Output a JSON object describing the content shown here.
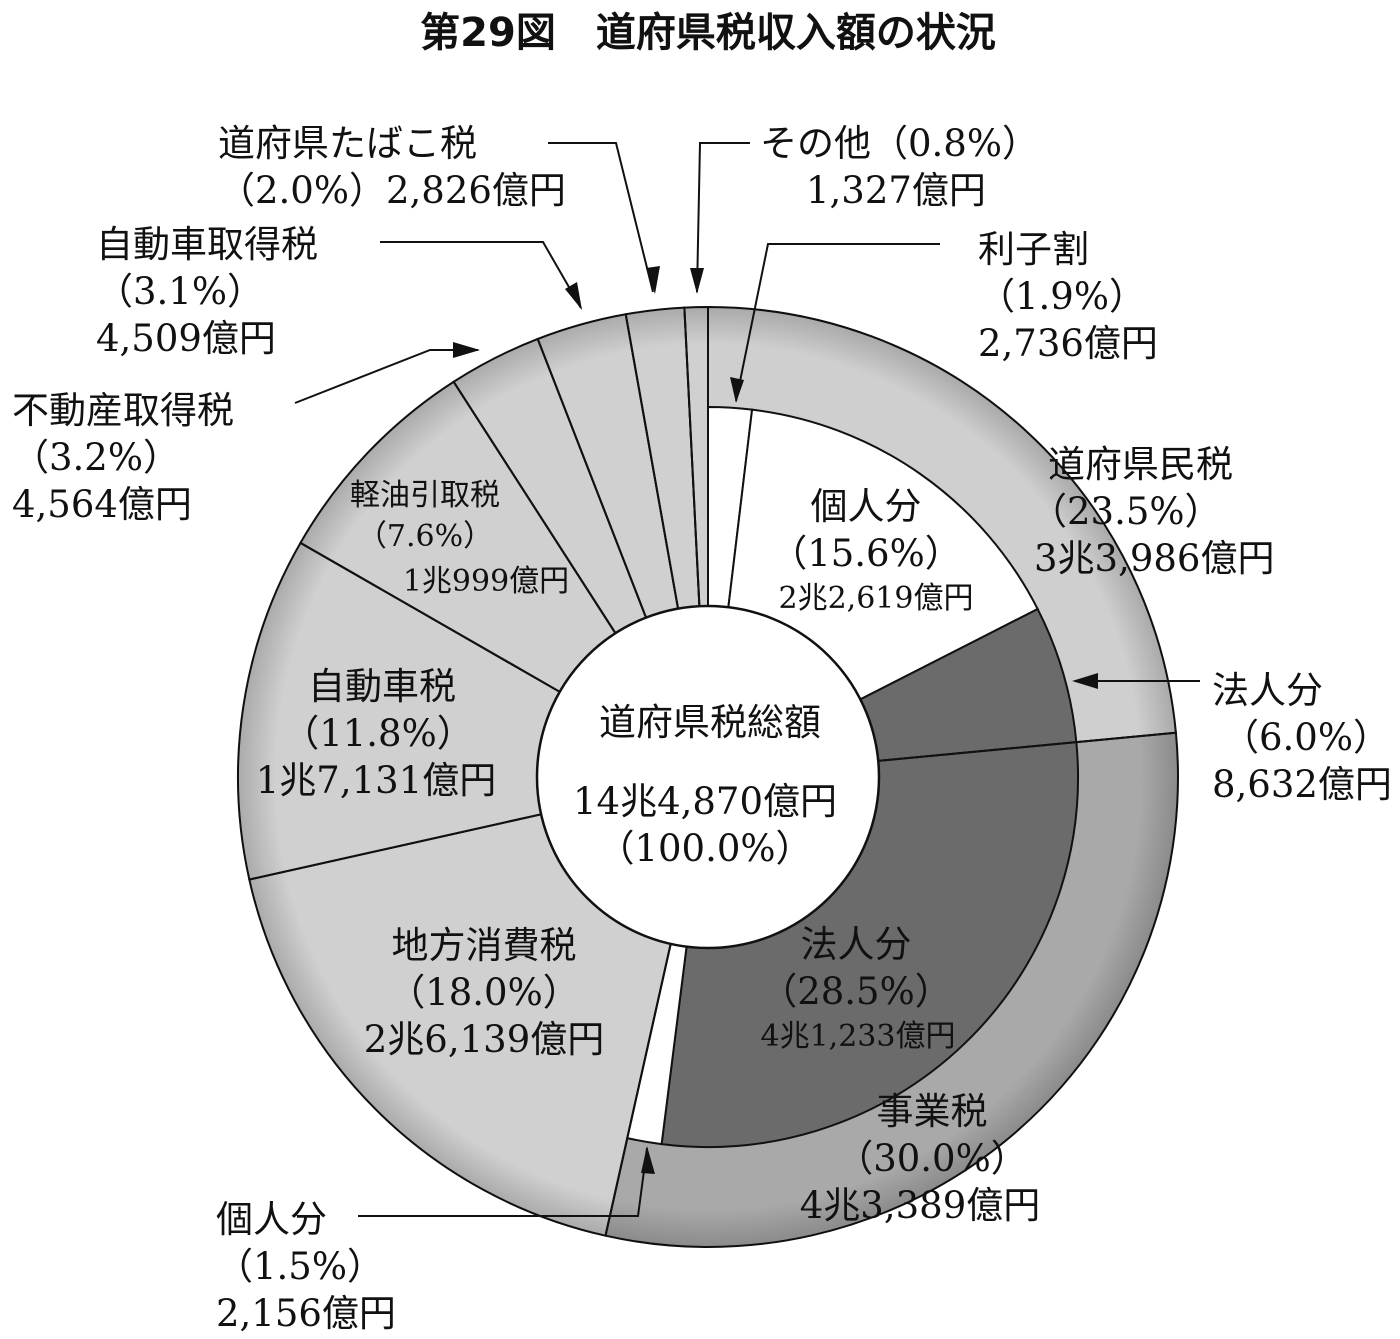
{
  "chart_data": {
    "type": "pie",
    "title": "第29図　道府県税収入額の状況",
    "center": {
      "label": "道府県税総額",
      "amount": "14兆4,870億円",
      "percent": "（100.0%）"
    },
    "outer_ring": [
      {
        "name": "道府県民税",
        "value": 23.5,
        "percent": "（23.5%）",
        "amount": "3兆3,986億円",
        "color": "#cfcfcf"
      },
      {
        "name": "事業税",
        "value": 30.0,
        "percent": "（30.0%）",
        "amount": "4兆3,389億円",
        "color": "#a9a9a9"
      },
      {
        "name": "地方消費税",
        "value": 18.0,
        "percent": "（18.0%）",
        "amount": "2兆6,139億円",
        "color": "#d0d0d0"
      },
      {
        "name": "自動車税",
        "value": 11.8,
        "percent": "（11.8%）",
        "amount": "1兆7,131億円",
        "color": "#d0d0d0"
      },
      {
        "name": "軽油引取税",
        "value": 7.6,
        "percent": "（7.6%）",
        "amount": "1兆999億円",
        "color": "#d0d0d0"
      },
      {
        "name": "不動産取得税",
        "value": 3.2,
        "percent": "（3.2%）",
        "amount": "4,564億円",
        "color": "#d0d0d0"
      },
      {
        "name": "自動車取得税",
        "value": 3.1,
        "percent": "（3.1%）",
        "amount": "4,509億円",
        "color": "#d0d0d0"
      },
      {
        "name": "道府県たばこ税",
        "value": 2.0,
        "percent": "（2.0%）",
        "amount": "2,826億円",
        "color": "#d0d0d0"
      },
      {
        "name": "その他",
        "value": 0.8,
        "percent": "（0.8%）",
        "amount": "1,327億円",
        "color": "#d0d0d0"
      }
    ],
    "inner_ring": [
      {
        "parent": "道府県民税",
        "name": "利子割",
        "value": 1.9,
        "percent": "（1.9%）",
        "amount": "2,736億円",
        "color": "#ffffff"
      },
      {
        "parent": "道府県民税",
        "name": "個人分",
        "value": 15.6,
        "percent": "（15.6%）",
        "amount": "2兆2,619億円",
        "color": "#ffffff"
      },
      {
        "parent": "道府県民税",
        "name": "法人分",
        "value": 6.0,
        "percent": "（6.0%）",
        "amount": "8,632億円",
        "color": "#6b6b6b"
      },
      {
        "parent": "事業税",
        "name": "法人分",
        "value": 28.5,
        "percent": "（28.5%）",
        "amount": "4兆1,233億円",
        "color": "#6b6b6b"
      },
      {
        "parent": "事業税",
        "name": "個人分",
        "value": 1.5,
        "percent": "（1.5%）",
        "amount": "2,156億円",
        "color": "#ffffff"
      }
    ],
    "unit": "億円"
  }
}
